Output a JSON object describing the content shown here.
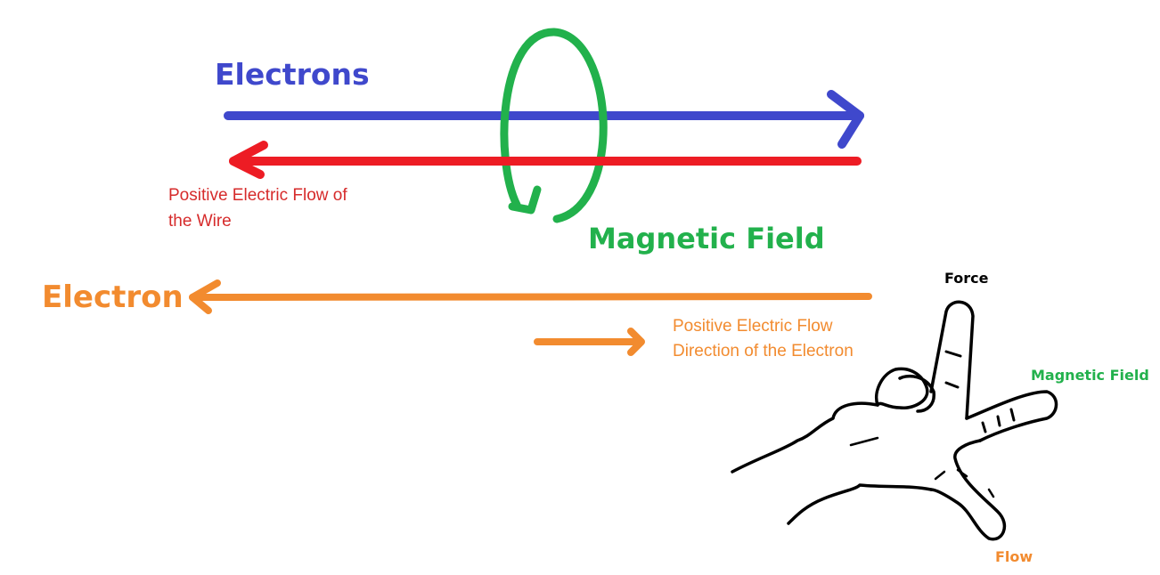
{
  "colors": {
    "electrons_blue": "#3f48cc",
    "wire_red": "#ed1c24",
    "field_green": "#22b14c",
    "electron_orange": "#f28b2f",
    "hand_black": "#000000",
    "background": "#ffffff"
  },
  "top_diagram": {
    "electrons_label": "Electrons",
    "positive_flow_label_line1": "Positive Electric Flow of",
    "positive_flow_label_line2": "the Wire",
    "magnetic_field_label": "Magnetic Field"
  },
  "middle_diagram": {
    "electron_label": "Electron",
    "positive_flow_line1": "Positive Electric Flow",
    "positive_flow_line2": "Direction of the Electron"
  },
  "hand_diagram": {
    "force_label": "Force",
    "magnetic_field_label": "Magnetic Field",
    "flow_label": "Flow"
  }
}
